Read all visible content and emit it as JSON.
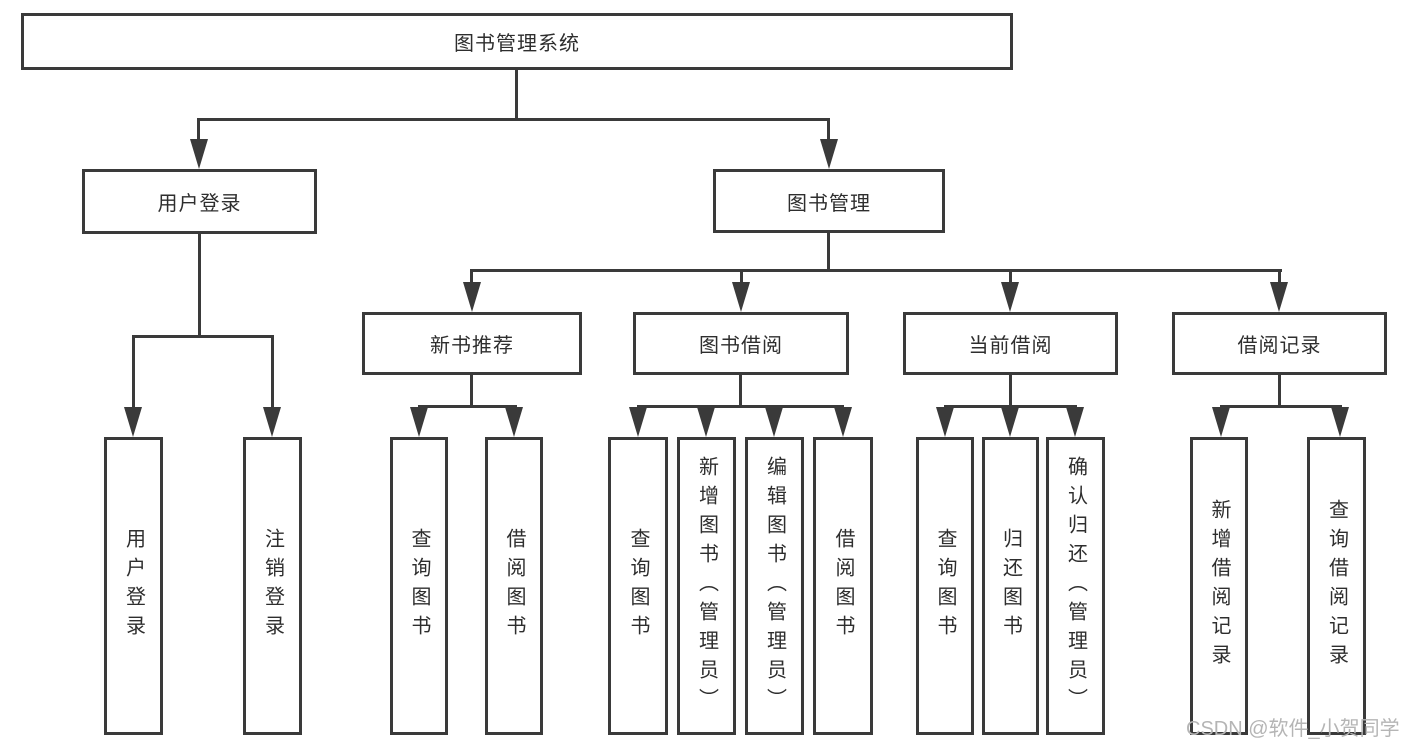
{
  "diagram_title": "图书管理系统",
  "nodes": {
    "root": "图书管理系统",
    "userLogin": "用户登录",
    "bookMgmt": "图书管理",
    "newBook": "新书推荐",
    "bookBorrow": "图书借阅",
    "currentBorrow": "当前借阅",
    "borrowRecord": "借阅记录",
    "ulLogin": "用户登录",
    "ulLogout": "注销登录",
    "nbQuery": "查询图书",
    "nbBorrow": "借阅图书",
    "bbQuery": "查询图书",
    "bbAdd": "新增图书（管理员）",
    "bbEdit": "编辑图书（管理员）",
    "bbBorrow": "借阅图书",
    "cbQuery": "查询图书",
    "cbReturn": "归还图书",
    "cbConfirm": "确认归还（管理员）",
    "brAdd": "新增借阅记录",
    "brQuery": "查询借阅记录"
  },
  "hierarchy": {
    "图书管理系统": {
      "用户登录": [
        "用户登录",
        "注销登录"
      ],
      "图书管理": {
        "新书推荐": [
          "查询图书",
          "借阅图书"
        ],
        "图书借阅": [
          "查询图书",
          "新增图书（管理员）",
          "编辑图书（管理员）",
          "借阅图书"
        ],
        "当前借阅": [
          "查询图书",
          "归还图书",
          "确认归还（管理员）"
        ],
        "借阅记录": [
          "新增借阅记录",
          "查询借阅记录"
        ]
      }
    }
  },
  "watermark": "CSDN @软件_小贺同学",
  "colors": {
    "line": "#3a3a3a",
    "text": "#2e2e2e",
    "watermark": "#b5b5b5",
    "background": "#ffffff"
  }
}
